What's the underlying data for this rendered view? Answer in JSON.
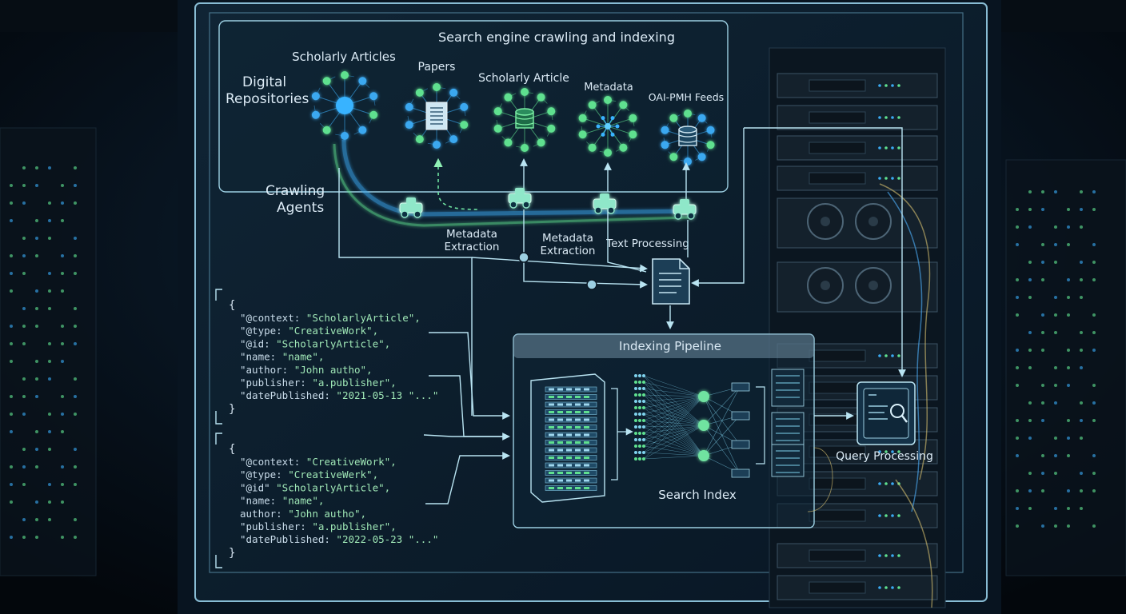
{
  "diagram": {
    "title": "Search engine crawling and indexing",
    "digital_repositories_label": "Digital Repositories",
    "crawling_agents_label": "Crawling Agents",
    "sources": [
      {
        "label": "Scholarly Articles",
        "icon": "network-hub-icon"
      },
      {
        "label": "Papers",
        "icon": "document-icon"
      },
      {
        "label": "Scholarly Article",
        "icon": "database-icon"
      },
      {
        "label": "Metadata",
        "icon": "network-mesh-icon"
      },
      {
        "label": "OAI-PMH Feeds",
        "icon": "database-icon"
      }
    ],
    "steps": {
      "metadata_extraction_1": "Metadata Extraction",
      "metadata_extraction_2": "Metadata Extraction",
      "text_processing": "Text Processing"
    },
    "indexing_pipeline": {
      "title": "Indexing Pipeline",
      "search_index_label": "Search Index"
    },
    "query_processing_label": "Query Processing"
  },
  "code_blocks": [
    {
      "open": "{",
      "lines": [
        {
          "key": "\"@context:",
          "value": "\"ScholarlyArticle\","
        },
        {
          "key": "\"@type:",
          "value": "\"CreativeWork\","
        },
        {
          "key": "\"@id:",
          "value": "\"ScholarlyArticle\","
        },
        {
          "key": "\"name:",
          "value": "\"name\","
        },
        {
          "key": "\"author:",
          "value": "\"John autho\","
        },
        {
          "key": "\"publisher:",
          "value": "\"a.publisher\","
        },
        {
          "key": "\"datePublished:",
          "value": "\"2021-05-13 \"...\""
        }
      ],
      "close": "}"
    },
    {
      "open": "{",
      "lines": [
        {
          "key": "\"@context:",
          "value": "\"CreativeWork\","
        },
        {
          "key": "\"@type:",
          "value": "\"CreativeWerk\","
        },
        {
          "key": "\"@id\"",
          "value": "\"ScholarlyArticle\","
        },
        {
          "key": "\"name:",
          "value": "\"name\","
        },
        {
          "key": "author:",
          "value": "\"John autho\","
        },
        {
          "key": "\"publisher:",
          "value": "\"a.publisher\","
        },
        {
          "key": "\"datePublished:",
          "value": "\"2022-05-23 \"...\""
        }
      ],
      "close": "}"
    }
  ],
  "colors": {
    "accent_cyan": "#7fd3ee",
    "accent_green": "#5fe08f",
    "node_blue": "#3aa8f0",
    "panel_stroke": "#8fc6de"
  }
}
